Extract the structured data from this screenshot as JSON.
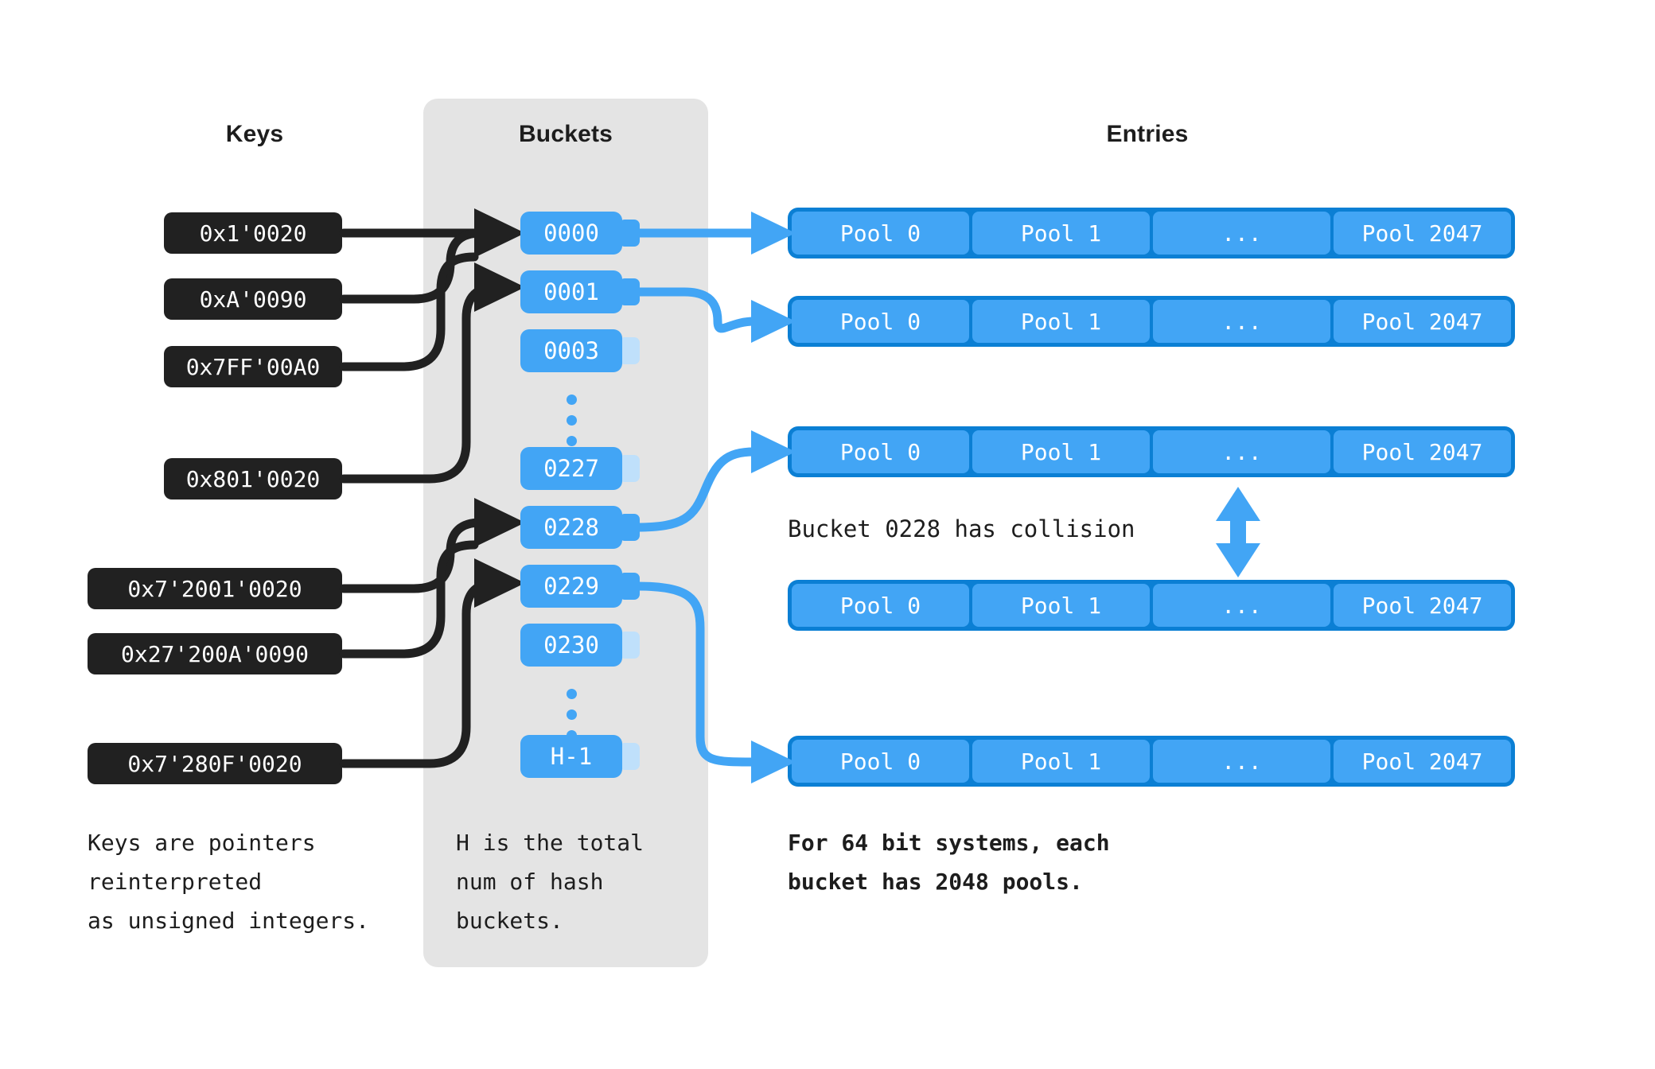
{
  "columns": {
    "keys_title": "Keys",
    "buckets_title": "Buckets",
    "entries_title": "Entries"
  },
  "keys": [
    {
      "label": "0x1'0020",
      "target_bucket": "0000"
    },
    {
      "label": "0xA'0090",
      "target_bucket": "0000"
    },
    {
      "label": "0x7FF'00A0",
      "target_bucket": "0000"
    },
    {
      "label": "0x801'0020",
      "target_bucket": "0001"
    },
    {
      "label": "0x7'2001'0020",
      "target_bucket": "0228"
    },
    {
      "label": "0x27'200A'0090",
      "target_bucket": "0228"
    },
    {
      "label": "0x7'280F'0020",
      "target_bucket": "0229"
    }
  ],
  "buckets": [
    {
      "label": "0000",
      "has_entries": true
    },
    {
      "label": "0001",
      "has_entries": true
    },
    {
      "label": "0003",
      "has_entries": false
    },
    {
      "label": "0227",
      "has_entries": false
    },
    {
      "label": "0228",
      "has_entries": true
    },
    {
      "label": "0229",
      "has_entries": true
    },
    {
      "label": "0230",
      "has_entries": false
    },
    {
      "label": "H-1",
      "has_entries": false
    }
  ],
  "entry_rows": [
    {
      "cells": [
        "Pool 0",
        "Pool 1",
        "...",
        "Pool 2047"
      ]
    },
    {
      "cells": [
        "Pool 0",
        "Pool 1",
        "...",
        "Pool 2047"
      ]
    },
    {
      "cells": [
        "Pool 0",
        "Pool 1",
        "...",
        "Pool 2047"
      ]
    },
    {
      "cells": [
        "Pool 0",
        "Pool 1",
        "...",
        "Pool 2047"
      ]
    },
    {
      "cells": [
        "Pool 0",
        "Pool 1",
        "...",
        "Pool 2047"
      ]
    }
  ],
  "collision_label": "Bucket 0228 has collision",
  "notes": {
    "keys_note": "Keys are pointers\nreinterpreted\nas unsigned integers.",
    "buckets_note": "H is the total\nnum of hash\nbuckets.",
    "entries_note": "For 64 bit systems, each\nbucket has 2048 pools."
  },
  "colors": {
    "panel": "#e4e4e4",
    "key_bg": "#212121",
    "bucket_blue": "#42a5f5",
    "tab_inactive": "#bfe0fb",
    "entry_border": "#0b7fd4",
    "arrow_black": "#212121",
    "text_dark": "#1d1d1d"
  }
}
